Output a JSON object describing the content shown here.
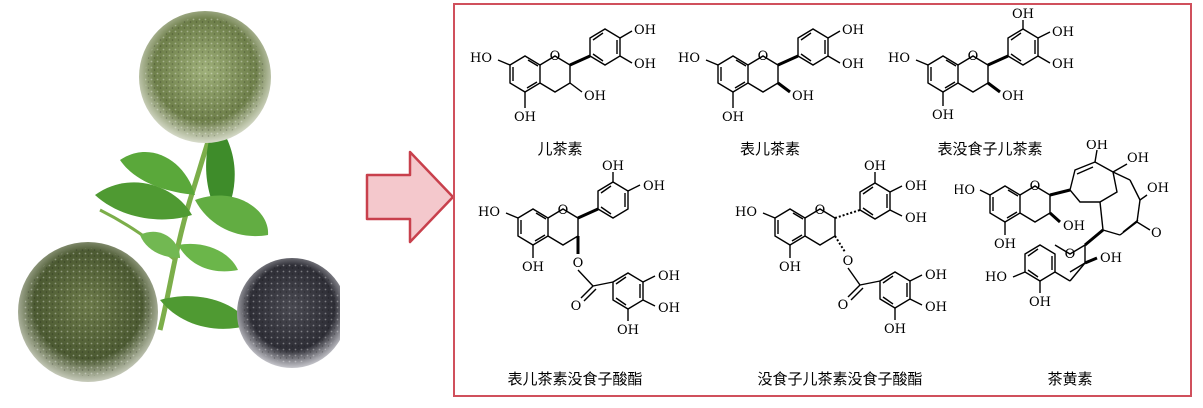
{
  "compounds": {
    "c1": "儿茶素",
    "c2": "表儿茶素",
    "c3": "表没食子儿茶素",
    "c4": "表儿茶素没食子酸酯",
    "c5": "没食子儿茶素没食子酸酯",
    "c6": "茶黄素"
  },
  "atoms": {
    "oh": "OH",
    "ho": "HO",
    "o": "O"
  },
  "colors": {
    "frame": "#d0505c",
    "arrow_fill": "#f4c8cc",
    "leaf": "#4f9a32"
  }
}
